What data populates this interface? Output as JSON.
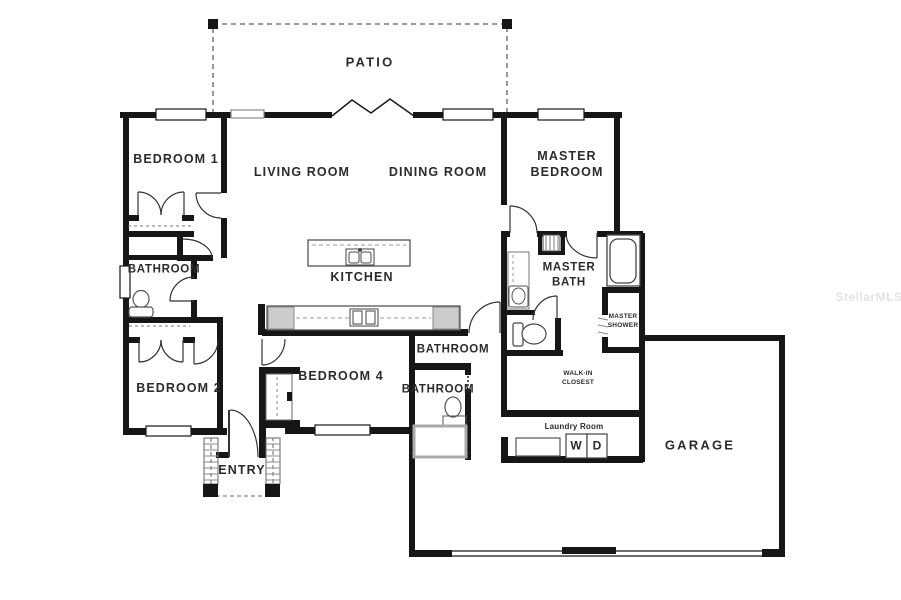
{
  "meta": {
    "type": "residential-floor-plan",
    "watermark": "StellarMLS",
    "wall_color": "#161616",
    "label_color": "#2b2b2b",
    "counter_cap_color": "#cccccc"
  },
  "rooms": {
    "patio": {
      "label": "PATIO"
    },
    "bedroom1": {
      "label": "BEDROOM 1"
    },
    "living": {
      "label": "LIVING ROOM"
    },
    "dining": {
      "label": "DINING ROOM"
    },
    "master_bedroom": {
      "label": "MASTER\nBEDROOM"
    },
    "bathroom1": {
      "label": "BATHROOM"
    },
    "kitchen": {
      "label": "KITCHEN"
    },
    "master_bath": {
      "label": "MASTER\nBATH"
    },
    "master_shower": {
      "label": "MASTER\nSHOWER"
    },
    "bathroom2": {
      "label": "BATHROOM"
    },
    "bedroom2": {
      "label": "BEDROOM 2"
    },
    "bedroom4": {
      "label": "BEDROOM 4"
    },
    "bathroom3": {
      "label": "BATHROOM"
    },
    "walk_in_closet": {
      "label": "WALK-IN\nCLOSEST"
    },
    "entry": {
      "label": "ENTRY"
    },
    "laundry": {
      "label": "Laundry Room"
    },
    "garage": {
      "label": "GARAGE"
    }
  },
  "appliances": {
    "washer": "W",
    "dryer": "D"
  }
}
